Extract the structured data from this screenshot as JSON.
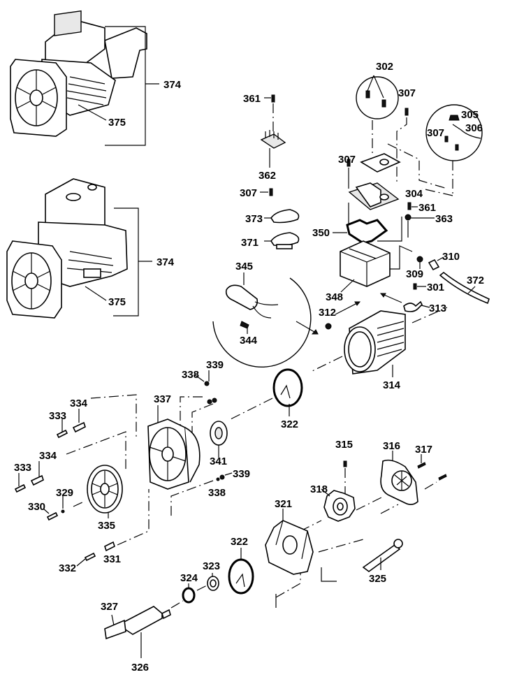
{
  "diagram": {
    "type": "exploded-parts-diagram",
    "subject": "electric motor assembly",
    "labels": {
      "p374a": "374",
      "p375a": "375",
      "p374b": "374",
      "p375b": "375",
      "p302": "302",
      "p307a": "307",
      "p305": "305",
      "p306": "306",
      "p307b": "307",
      "p361a": "361",
      "p362": "362",
      "p307c": "307",
      "p373": "373",
      "p371": "371",
      "p307d": "307",
      "p304": "304",
      "p361b": "361",
      "p363": "363",
      "p350": "350",
      "p345": "345",
      "p344": "344",
      "p309": "309",
      "p310": "310",
      "p301": "301",
      "p372": "372",
      "p348": "348",
      "p312": "312",
      "p313": "313",
      "p314": "314",
      "p338a": "338",
      "p339a": "339",
      "p334a": "334",
      "p333a": "333",
      "p337": "337",
      "p322a": "322",
      "p341": "341",
      "p334b": "334",
      "p333b": "333",
      "p339b": "339",
      "p338b": "338",
      "p329": "329",
      "p330": "330",
      "p335": "335",
      "p331": "331",
      "p332": "332",
      "p315": "315",
      "p316": "316",
      "p317": "317",
      "p318": "318",
      "p321": "321",
      "p322b": "322",
      "p323": "323",
      "p324": "324",
      "p325": "325",
      "p327": "327",
      "p326": "326"
    }
  }
}
